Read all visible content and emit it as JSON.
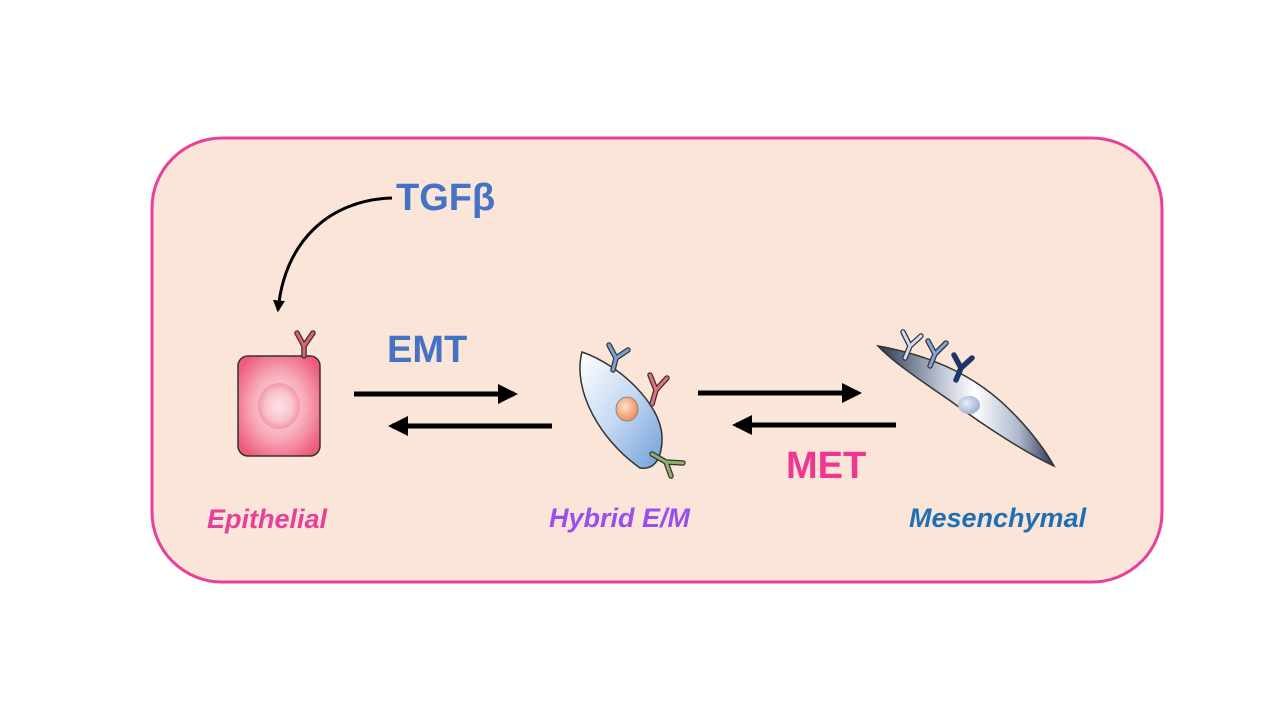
{
  "labels": {
    "stimulus": "TGFβ",
    "forward_transition": "EMT",
    "reverse_transition": "MET",
    "state_epithelial": "Epithelial",
    "state_hybrid": "Hybrid E/M",
    "state_mesenchymal": "Mesenchymal"
  },
  "colors": {
    "panel_fill": "#fbe5d8",
    "panel_border": "#e8409a",
    "stimulus_text": "#4472c4",
    "emt_text": "#4472c4",
    "met_text": "#f0368f",
    "epithelial_text": "#e8409a",
    "hybrid_text": "#9a4ef0",
    "mesenchymal_text": "#1f6fb5",
    "arrow": "#000000"
  },
  "icons": {
    "epithelial_cell": "epithelial-cell-icon",
    "hybrid_cell": "hybrid-cell-icon",
    "mesenchymal_cell": "mesenchymal-cell-icon"
  }
}
